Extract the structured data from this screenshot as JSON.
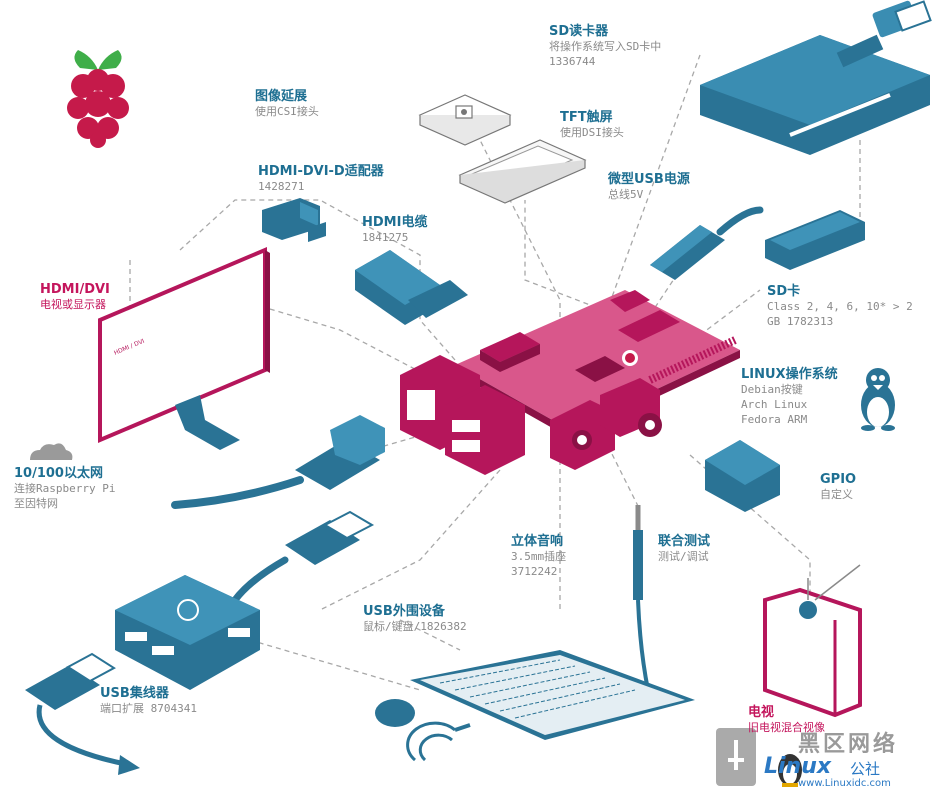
{
  "colors": {
    "blue": "#2a7395",
    "magenta": "#b5165b",
    "dash": "#a8a8a8"
  },
  "labels": {
    "sd_reader": {
      "title": "SD读卡器",
      "line1": "将操作系统写入SD卡中",
      "line2": "1336744"
    },
    "camera": {
      "title": "图像延展",
      "line1": "使用CSI接头"
    },
    "tft": {
      "title": "TFT触屏",
      "line1": "使用DSI接头"
    },
    "hdmi_dvi_adapter": {
      "title": "HDMI-DVI-D适配器",
      "line1": "1428271"
    },
    "micro_usb": {
      "title": "微型USB电源",
      "line1": "总线5V"
    },
    "hdmi_cable": {
      "title": "HDMI电缆",
      "line1": "1841275"
    },
    "hdmi_dvi_display": {
      "title": "HDMI/DVI",
      "line1": "电视或显示器"
    },
    "sd_card": {
      "title": "SD卡",
      "line1": "Class 2, 4, 6, 10* > 2",
      "line2": "GB 1782313"
    },
    "linux": {
      "title": "LINUX操作系统",
      "line1": "Debian按键",
      "line2": "Arch Linux",
      "line3": "Fedora ARM"
    },
    "ethernet": {
      "title": "10/100以太网",
      "line1": "连接Raspberry Pi",
      "line2": "至因特网"
    },
    "gpio": {
      "title": "GPIO",
      "line1": "自定义"
    },
    "audio": {
      "title": "立体音响",
      "line1": "3.5mm插座",
      "line2": "3712242"
    },
    "jtag": {
      "title": "联合测试",
      "line1": "测试/调试"
    },
    "usb_peripherals": {
      "title": "USB外围设备",
      "line1": "鼠标/键盘/1826382"
    },
    "usb_hub": {
      "title": "USB集线器",
      "line1": "端口扩展 8704341"
    },
    "tv": {
      "title": "电视",
      "line1": "旧电视混合视像"
    }
  },
  "watermark": {
    "line1": "黑区网络",
    "line2": "Linux",
    "line2b": "公社",
    "line3": "www.Linuxidc.com"
  }
}
